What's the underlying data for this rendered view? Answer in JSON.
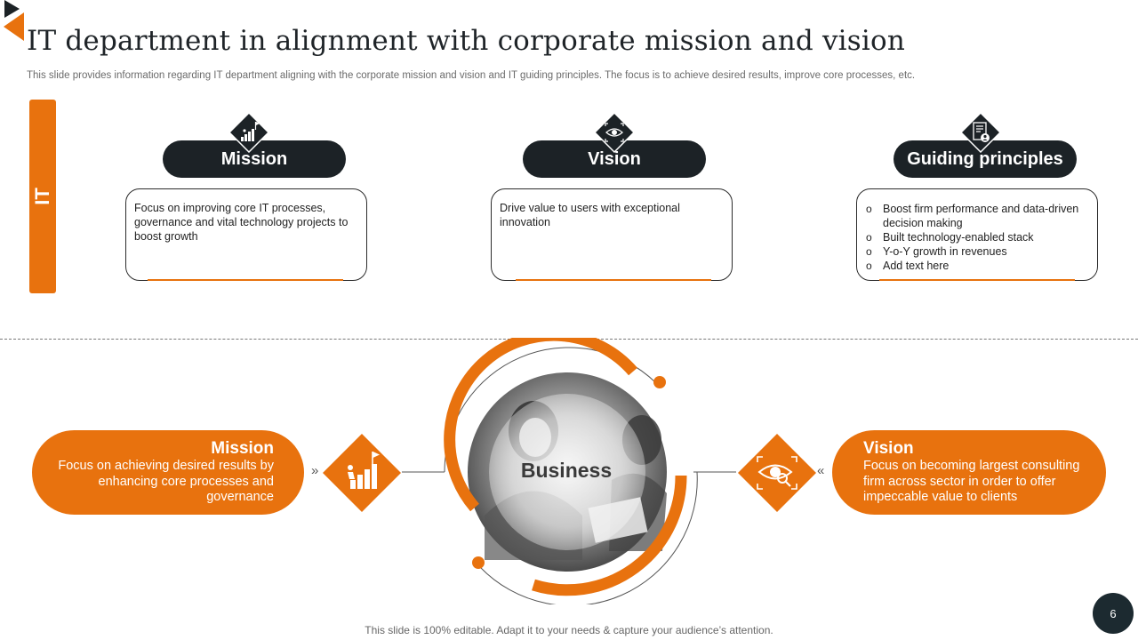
{
  "slide": {
    "title": "IT department in alignment with corporate mission and vision",
    "subtitle": "This slide provides information regarding IT department aligning with the corporate mission and vision and IT guiding principles. The focus is to achieve desired results, improve core processes, etc.",
    "side_label": "IT",
    "footer": "This slide is 100% editable. Adapt it to your needs & capture your audience’s attention.",
    "page_number": "6"
  },
  "top_sections": [
    {
      "label": "Mission",
      "icon": "stairs-flag-icon",
      "text": "Focus on improving core IT processes, governance and vital technology projects to boost growth"
    },
    {
      "label": "Vision",
      "icon": "eye-focus-icon",
      "text": "Drive value to users with exceptional innovation"
    },
    {
      "label": "Guiding principles",
      "icon": "document-person-icon",
      "bullets": [
        "Boost firm performance  and data-driven  decision making",
        "Built technology-enabled  stack",
        "Y-o-Y growth  in revenues",
        "Add text here"
      ]
    }
  ],
  "business": {
    "center_label": "Business",
    "left": {
      "heading": "Mission",
      "text": "Focus on achieving desired results by enhancing core processes and governance",
      "icon": "stairs-flag-icon"
    },
    "right": {
      "heading": "Vision",
      "text": "Focus on becoming largest consulting firm across sector in order to offer impeccable value to clients",
      "icon": "eye-magnifier-icon"
    },
    "left_chevron": "»",
    "right_chevron": "«"
  },
  "colors": {
    "accent": "#e8720e",
    "dark": "#1c2226",
    "title": "#1f2428"
  }
}
